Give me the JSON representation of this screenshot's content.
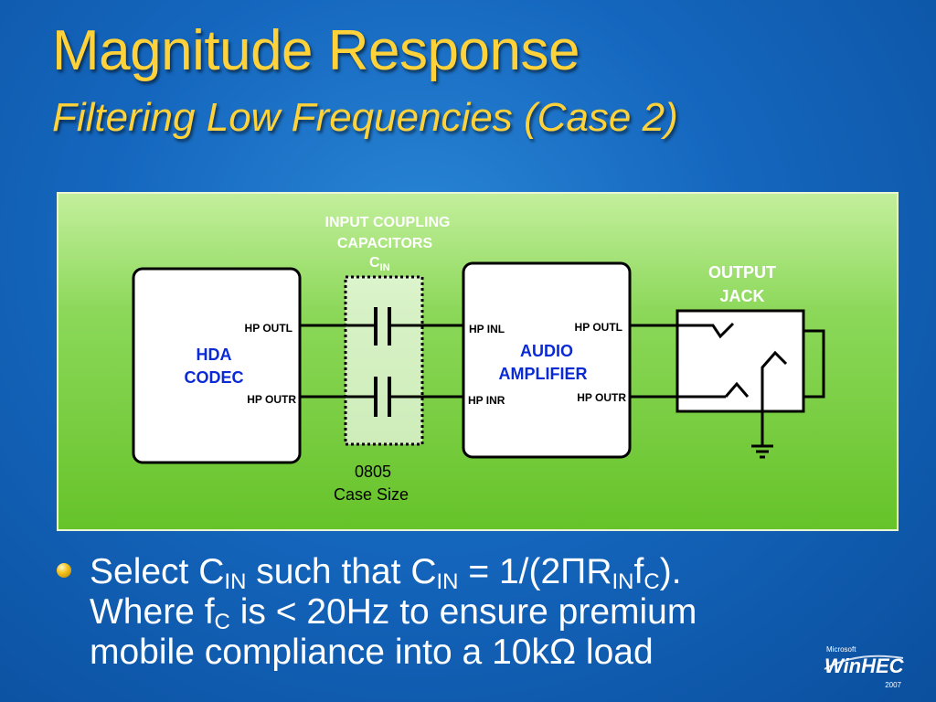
{
  "slide": {
    "title": "Magnitude Response",
    "subtitle": "Filtering Low Frequencies (Case 2)"
  },
  "diagram": {
    "cap_label_line1": "INPUT COUPLING",
    "cap_label_line2": "CAPACITORS",
    "cap_symbol": "C",
    "cap_symbol_sub": "IN",
    "codec_line1": "HDA",
    "codec_line2": "CODEC",
    "codec_out_l": "HP OUTL",
    "codec_out_r": "HP OUTR",
    "amp_line1": "AUDIO",
    "amp_line2": "AMPLIFIER",
    "amp_in_l": "HP INL",
    "amp_in_r": "HP INR",
    "amp_out_l": "HP OUTL",
    "amp_out_r": "HP OUTR",
    "jack_line1": "OUTPUT",
    "jack_line2": "JACK",
    "size_line1": "0805",
    "size_line2": "Case Size",
    "label_color": "#0a2ad6"
  },
  "bullet": {
    "line1_a": "Select C",
    "line1_sub1": "IN",
    "line1_b": " such that C",
    "line1_sub2": "IN",
    "line1_c": " = 1/(2",
    "pi": "Π",
    "line1_d": "R",
    "line1_sub3": "IN",
    "line1_e": "f",
    "line1_sub4": "C",
    "line1_f": ").",
    "line2_a": "Where f",
    "line2_sub": "C",
    "line2_b": " is < 20Hz to ensure premium",
    "line3": "mobile compliance into a 10kΩ load"
  },
  "logo": {
    "microsoft": "Microsoft",
    "brand": "WinHEC",
    "year": "2007"
  }
}
